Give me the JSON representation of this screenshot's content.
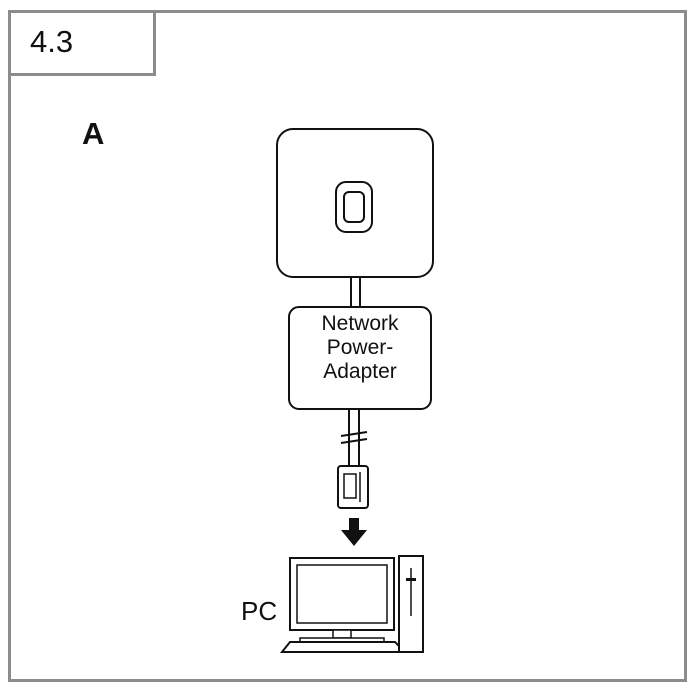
{
  "step": {
    "number": "4.3"
  },
  "panel": {
    "letter": "A"
  },
  "adapter": {
    "line1": "Network",
    "line2": "Power-",
    "line3": "Adapter"
  },
  "computer": {
    "label": "PC"
  },
  "colors": {
    "frame": "#8c8c8c",
    "ink": "#111111",
    "background": "#ffffff"
  },
  "icons": [
    "wall-unit-icon",
    "power-adapter-box",
    "network-cable",
    "rj45-plug-icon",
    "down-arrow-icon",
    "pc-icon"
  ]
}
